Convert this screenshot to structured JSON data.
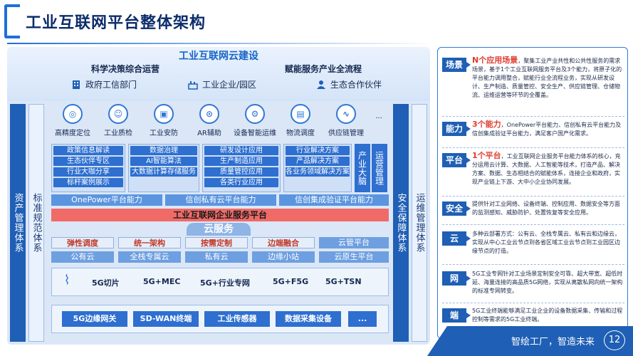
{
  "page": {
    "title": "工业互联网平台整体架构",
    "footer_slogan": "智绘工厂，智造未来",
    "page_number": "12"
  },
  "arch": {
    "heading": "工业互联网云建设",
    "roof_left_title": "科学决策综合运营",
    "roof_right_title": "赋能服务产业全流程",
    "roof_items": [
      "政府工信部门",
      "工业企业/园区",
      "生态合作伙伴"
    ],
    "left_outer": "资产管理体系",
    "left_inner": "标准规范体系",
    "right_inner": "安全保障体系",
    "right_outer": "运维管理体系",
    "apps": [
      "高精度定位",
      "工业质检",
      "工业安防",
      "AR辅助",
      "设备智能运维",
      "物流调度",
      "供应链管理",
      "..."
    ],
    "cap_cols": [
      [
        "政策信息解读",
        "生态伙伴专区",
        "行业大咖分享",
        "标杆案例展示"
      ],
      [
        "数据治理",
        "AI智能算法",
        "大数据计算存储服务"
      ],
      [
        "研发设计应用",
        "生产制造应用",
        "质量管控应用",
        "各类行业应用"
      ],
      [
        "行业解决方案",
        "产品解决方案",
        "各业务领域解决方案"
      ]
    ],
    "vboxes": [
      "产业大脑",
      "运营管理"
    ],
    "power": [
      "OnePower平台能力",
      "信创私有云平台能力",
      "信创集成验证平台能力"
    ],
    "platform": "工业互联网企业服务平台",
    "cloud_label": "云服务",
    "cloud_row1": [
      "弹性调度",
      "统一架构",
      "按需定制",
      "边端融合",
      "云管平台"
    ],
    "cloud_row2": [
      "公有云",
      "全栈专属云",
      "私有云",
      "边缘小站",
      "云原生平台"
    ],
    "net_items": [
      "5G切片",
      "5G+MEC",
      "5G+行业专网",
      "5G+F5G",
      "5G+TSN"
    ],
    "edge_items": [
      "5G边缘网关",
      "SD-WAN终端",
      "工业传感器",
      "数据采集设备",
      "..."
    ]
  },
  "panel": [
    {
      "tag": "场景",
      "lead": "N个应用场景",
      "text": "，聚集工业产业共性和公共性服务的需求场景，基于1个工业互联网服务平台及3个能力，将原子化的平台能力调用整合，赋能行业全流程业务，实现从研发设计、生产制造、质量管控、安全生产、供应链管理、仓储物流、运维运营等环节的全覆盖。"
    },
    {
      "tag": "能力",
      "lead": "3个能力",
      "text": "，OnePower平台能力、信创私有云平台能力及信创集成验证平台能力，满足客户国产化需求。"
    },
    {
      "tag": "平台",
      "lead": "1个平台",
      "text": "，工业互联网企业服务平台能力体系的核心，充分运用云计算、大数据、人工智能等技术，打造产品、解决方案、数据、生态相结合的赋能体系，连接企业和政府，实现产业链上下游、大中小企业协同发展。"
    },
    {
      "tag": "安全",
      "lead": "",
      "text": "提供针对工业网络、设备终端、控制应用、数据安全等方面的监测感知、威胁防护、处置恢复等安全应用。"
    },
    {
      "tag": "云",
      "lead": "",
      "text": "多种云部署方式：公有云、全栈专属云、私有云和边缘云，实现从中心工业云节点到各省区域工业云节点到工业园区边缘节点的打造。"
    },
    {
      "tag": "网",
      "lead": "",
      "text": "5G工业专网针对工业场景定制安全可靠、超大带宽、超低时延、海量连接的高品质5G网络，实现从离散私网向统一架构的标准专网转变。"
    },
    {
      "tag": "端",
      "lead": "",
      "text": "5G工业终端能够满足工业企业的设备数据采集、传输和过程控制等需求的5G工业终端。"
    }
  ]
}
